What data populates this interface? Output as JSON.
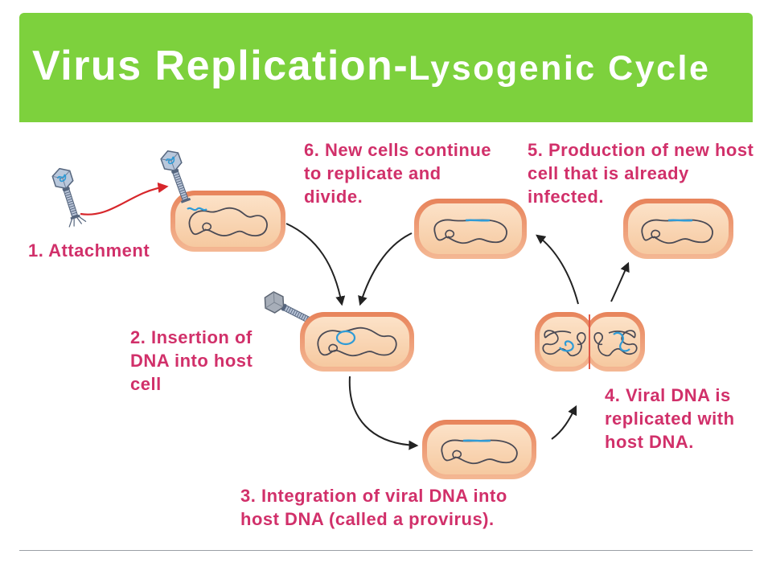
{
  "header": {
    "title_main": "Virus Replication-",
    "title_sub": "Lysogenic Cycle"
  },
  "steps": {
    "attachment": {
      "lines": [
        "1. Attachment"
      ]
    },
    "insertion": {
      "lines": [
        "2. Insertion of",
        "DNA into host",
        "cell"
      ]
    },
    "integration": {
      "lines": [
        "3. Integration of viral DNA into",
        "host DNA (called a provirus)."
      ]
    },
    "replication": {
      "lines": [
        "4. Viral DNA is",
        "replicated with",
        "host DNA."
      ]
    },
    "production": {
      "lines": [
        "5. Production of new host",
        "cell that is already",
        "infected."
      ]
    },
    "division": {
      "lines": [
        "6. New cells continue",
        "to replicate and",
        "divide."
      ]
    }
  },
  "colors": {
    "header_bg": "#7DD13D",
    "title_text": "#FFFFFF",
    "label_text": "#D1306A",
    "cell_rim": "#EE9E78",
    "cell_fill": "#F8D1AC",
    "host_dna": "#4A4A55",
    "viral_dna": "#2F9BD6",
    "attachment_arrow": "#D7262B",
    "cycle_arrows": "#222222"
  }
}
